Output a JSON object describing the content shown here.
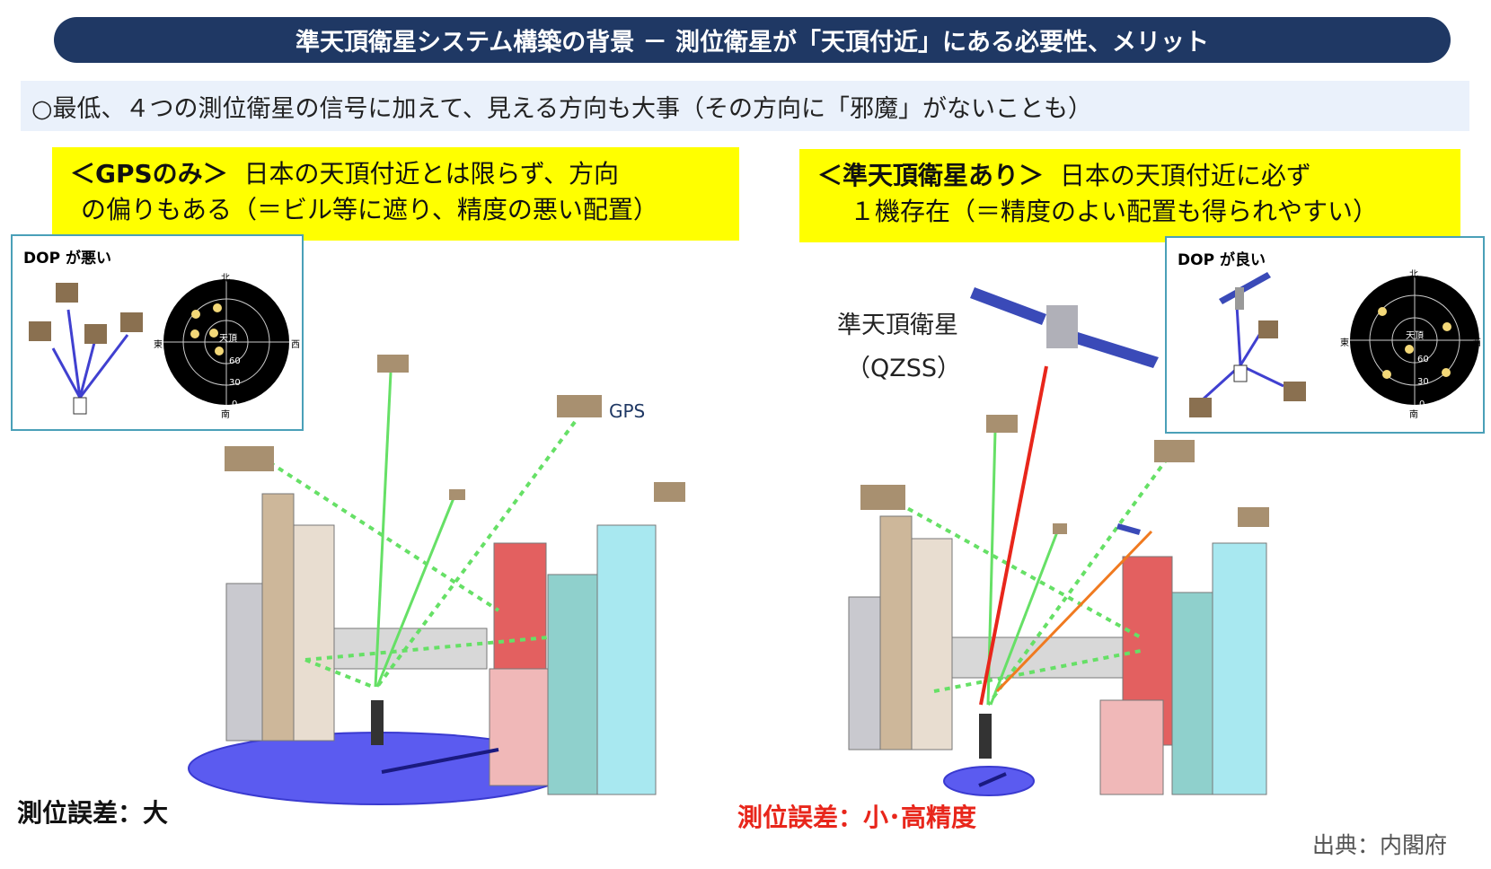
{
  "title": "準天頂衛星システム構築の背景 － 測位衛星が「天頂付近」にある必要性、メリット",
  "subtitle": "○最低、４つの測位衛星の信号に加えて、見える方向も大事（その方向に「邪魔」がないことも）",
  "left": {
    "heading": "＜GPSのみ＞",
    "line1": "日本の天頂付近とは限らず、方向",
    "line2": "の偏りもある（＝ビル等に遮り、精度の悪い配置）",
    "dop_label": "DOP が悪い",
    "gps_label": "GPS",
    "error_label": "測位誤差：大"
  },
  "right": {
    "heading": "＜準天頂衛星あり＞",
    "line1": "日本の天頂付近に必ず",
    "line2": "１機存在（＝精度のよい配置も得られやすい）",
    "dop_label": "DOP が良い",
    "qzss_name": "準天頂衛星",
    "qzss_abbr": "（QZSS）",
    "error_label": "測位誤差：小･高精度"
  },
  "skyplot": {
    "north": "北",
    "south": "南",
    "east": "東",
    "west": "西",
    "zenith": "天頂",
    "ring60": "60",
    "ring30": "30",
    "ring0": "0"
  },
  "source": "出典：内閣府",
  "colors": {
    "title_bg": "#1f3864",
    "highlight": "#ffff00",
    "error_red": "#e8261b",
    "signal_green": "#66e066"
  }
}
